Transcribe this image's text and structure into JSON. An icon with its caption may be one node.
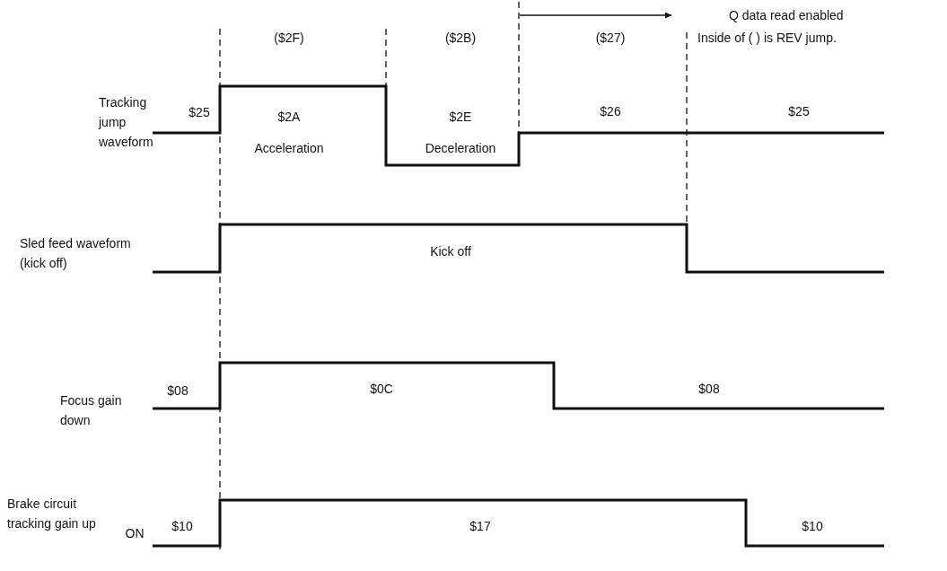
{
  "diagram": {
    "labels": [
      "Q data read enabled",
      "($2F)",
      "($2B)",
      "($27)",
      "Inside of ( ) is REV jump.",
      "Tracking jump waveform",
      "$25",
      "$2A",
      "$2E",
      "$26",
      "$25",
      "Acceleration",
      "Deceleration",
      "Sled feed waveform (kick off)",
      "Kick off",
      "$08",
      "$0C",
      "$08",
      "Focus gain down",
      "Brake circuit tracking gain up",
      "ON",
      "$10",
      "$17",
      "$10"
    ]
  }
}
